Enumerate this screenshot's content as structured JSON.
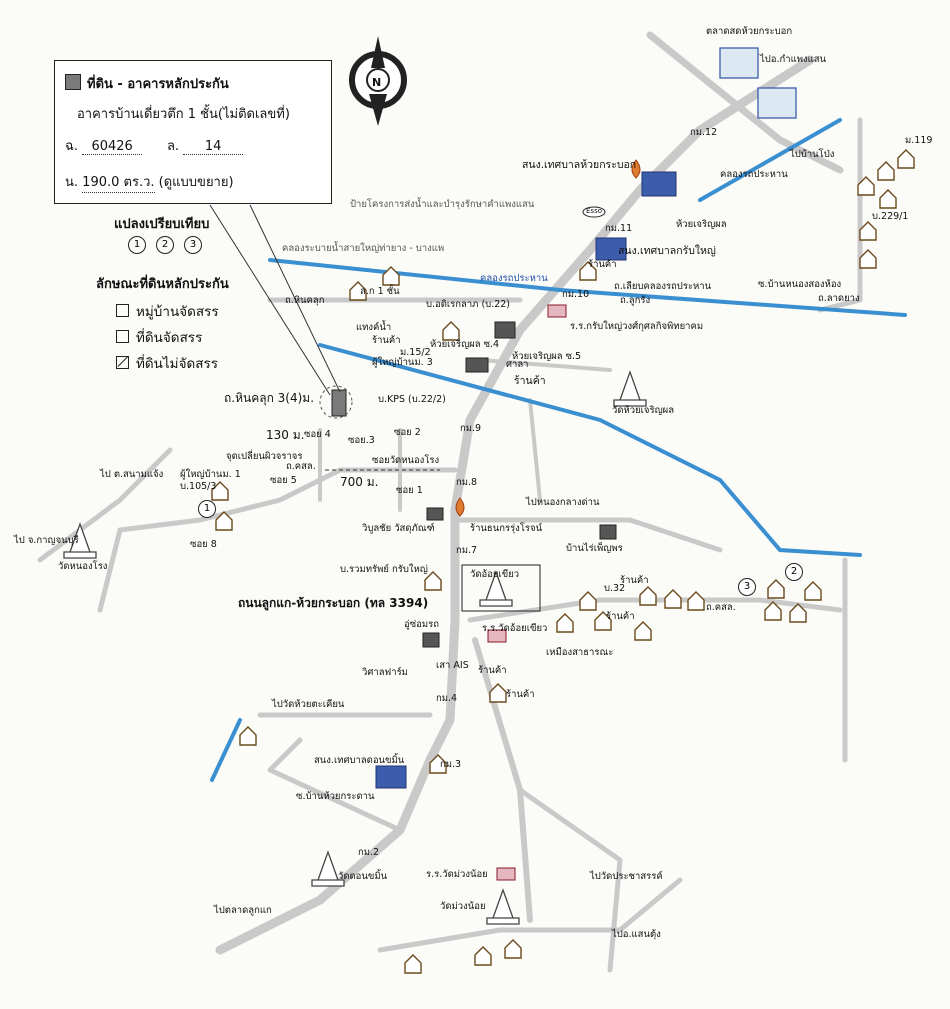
{
  "legend": {
    "title": "ที่ดิน - อาคารหลักประกัน",
    "building": "อาคารบ้านเดี่ยวตึก 1 ชั้น(ไม่ติดเลขที่)",
    "deed_prefix": "ฉ.",
    "deed_no": "60426",
    "land_prefix": "ล.",
    "land_no": "14",
    "area_prefix": "น.",
    "area": "190.0 ตร.ว.",
    "area_note": "(ดูแบบขยาย)"
  },
  "compare": {
    "title": "แปลงเปรียบเทียบ",
    "numbers": [
      "1",
      "2",
      "3"
    ]
  },
  "land_type": {
    "title": "ลักษณะที่ดินหลักประกัน",
    "items": [
      {
        "label": "หมู่บ้านจัดสรร",
        "checked": false
      },
      {
        "label": "ที่ดินจัดสรร",
        "checked": false
      },
      {
        "label": "ที่ดินไม่จัดสรร",
        "checked": true
      }
    ]
  },
  "compass": {
    "label": "N"
  },
  "colors": {
    "road": "#c7c7c7",
    "canal": "#3a8fd0",
    "outline": "#222222",
    "icon_blue": "#3c5dab"
  },
  "places": {
    "market": "ตลาดสดห้วยกระบอก",
    "to_kamphaeng": "ไปอ.กำแพงแสน",
    "km12": "กม.12",
    "muni_huaykrabok": "สนง.เทศบาลห้วยกระบอก",
    "canal_huaykrabok": "คลองรถประหาน",
    "to_banpong": "ไปบ้านโป่ง",
    "moo119": "ม.119",
    "moo2291": "บ.229/1",
    "esso": "Esso",
    "huay_charoenphon": "ห้วยเจริญผล",
    "project_sign": "ป้ายโครงการส่งน้ำและบำรุงรักษาคำแพงแสน",
    "km11": "กม.11",
    "muni_krabyai": "สนง.เทศบาลกรับใหญ่",
    "irrigation_canal": "คลองระบายน้ำสายใหญ่ท่ายาง - บางแพ",
    "canal_main": "คลองรถประหาน",
    "shop1": "ร้านค้า",
    "road_along_canal": "ถ.เลียบคลองรถประหาน",
    "km10": "กม.10",
    "road_lukrang": "ถ.ลูกรัง",
    "hinklook": "ถ.หินคลุก",
    "soi1": "ล.ก 1 ชั้น",
    "adirek": "บ.อดิเรกลาภ (บ.22)",
    "school_krab": "ร.ร.กรับใหญ่วงศ์กุศลกิจพิทยาคม",
    "bannongsong": "ซ.บ้านหนองสองห้อง",
    "ditch": "ถ.ลาดยาง",
    "thanghen": "แทงค์น้ำ",
    "shop2": "ร้านค้า",
    "moo15": "ม.15/2",
    "pyb3": "ผู้ใหญ่บ้านม. 3",
    "charoen": "ห้วยเจริญผล ซ.4",
    "charoen5": "ห้วยเจริญผล ซ.5",
    "sala": "ศาลา",
    "shop3": "ร้านค้า",
    "wat_huay": "วัดห้วยเจริญผล",
    "hinklook3": "ถ.หินคลุก 3(4)ม.",
    "kps": "บ.KPS (บ.22/2)",
    "km9": "กม.9",
    "m130": "130 ม.",
    "turn_point": "จุดเปลี่ยนผิวจราจร",
    "soi4": "ซอย 4",
    "soi3": "ซอย.3",
    "soi2": "ซอย 2",
    "soi5": "ซอย 5",
    "soi_wat": "ซอยวัดหนองโรง",
    "road_kasi": "ถ.คสล.",
    "m700": "700 ม.",
    "soi1b": "ซอย 1",
    "km8": "กม.8",
    "to_nong": "ไปหนองกลางด่าน",
    "to_kanchanaburi": "ไป จ.กาญจนบุรี",
    "to_sanamphaen": "ไป ต.สนามแจ้ง",
    "pyb1": "ผู้ใหญ่บ้านม. 1",
    "b1053": "บ.105/3",
    "soi8": "ซอย 8",
    "wat_nongrong": "วัดหนองโรง",
    "wibun": "วิบูลชัย วัสดุภัณฑ์",
    "shop_thon": "ร้านธนกรรุ่งโรจน์",
    "ban_rai": "บ้านไร่เพ็ญพร",
    "km7": "กม.7",
    "ruam_sap": "บ.รวมทรัพย์ กรับใหญ่",
    "wat_aoi": "วัดอ้อยเขียว",
    "road_main": "ถนนลูกแก-ห้วยกระบอก (ทล 3394)",
    "moo32": "บ.32",
    "shop_east": "ร้านค้า",
    "shop_east2": "ร้านค้า",
    "road_kasi2": "ถ.คสล.",
    "garage": "อู่ซ่อมรถ",
    "school_aoi": "ร.ร.วัดอ้อยเขียว",
    "ais": "เสา AIS",
    "shop4": "ร้านค้า",
    "wisan": "วิศาลฟาร์ม",
    "nhong_sathan": "เหมืองสาธารณะ",
    "shop5": "ร้านค้า",
    "to_wat_huaytakian": "ไปวัดห้วยตะเคียน",
    "km4": "กม.4",
    "muni_donkhamin": "สนง.เทศบาลดอนขมิ้น",
    "km3": "กม.3",
    "ban_huaykradan": "ซ.บ้านห้วยกระดาน",
    "km2": "กม.2",
    "wat_donkhamin": "วัดดอนขมิ้น",
    "school_wanoi": "ร.ร.วัดม่วงน้อย",
    "to_wat_prachasan": "ไปวัดประชาสรรค์",
    "to_lat_luk": "ไปตลาดลูกแก",
    "wat_wanoi": "วัดม่วงน้อย",
    "to_aung_thong": "ไปอ.แสนตุ้ง"
  }
}
